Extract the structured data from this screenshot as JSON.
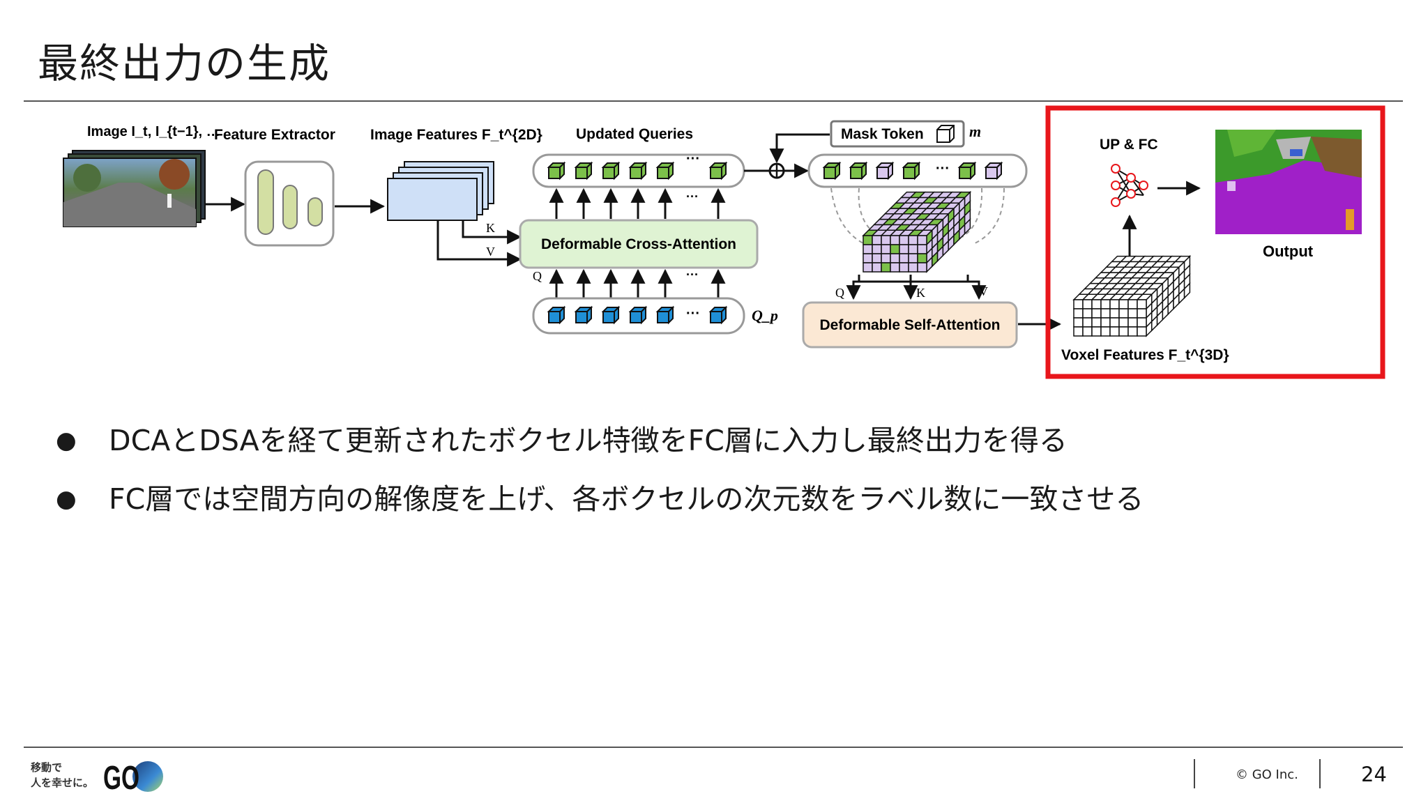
{
  "slide": {
    "title": "最終出力の生成",
    "bullets": [
      "DCAとDSAを経て更新されたボクセル特徴をFC層に入力し最終出力を得る",
      "FC層では空間方向の解像度を上げ、各ボクセルの次元数をラベル数に一致させる"
    ]
  },
  "diagram": {
    "labels": {
      "image": "Image I_t, I_{t−1}, …",
      "feature_extractor": "Feature Extractor",
      "image_features": "Image Features F_t^{2D}",
      "updated_queries": "Updated Queries",
      "mask_token": "Mask Token",
      "mask_symbol": "m",
      "up_fc": "UP & FC",
      "output": "Output",
      "dca": "Deformable Cross-Attention",
      "dsa": "Deformable Self-Attention",
      "voxel_features": "Voxel Features F_t^{3D}",
      "query_symbol": "Q_p",
      "k": "K",
      "v": "V",
      "q": "Q",
      "ellipsis": "···"
    },
    "colors": {
      "green_cube": "#7cc04a",
      "blue_cube": "#1f8fd6",
      "lilac_cube": "#d9c8ee",
      "dca_fill": "#dff3d3",
      "dsa_fill": "#fbe8d4",
      "highlight": "#e8161b",
      "feature_blue": "#cfe0f7",
      "extractor_bar": "#d3dfa3",
      "segmentation_purple": "#a020c8"
    }
  },
  "footer": {
    "logo_text_line1": "移動で",
    "logo_text_line2": "人を幸せに。",
    "logo_mark": "GO",
    "copyright": "© GO Inc.",
    "page_number": "24"
  }
}
